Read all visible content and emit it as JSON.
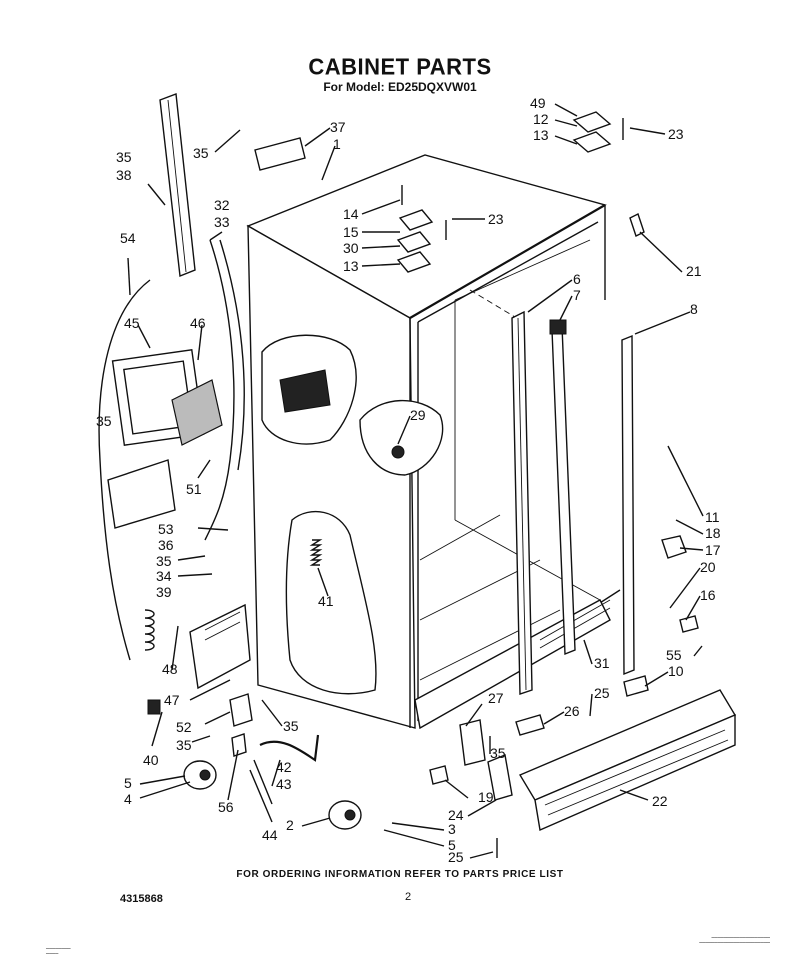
{
  "header": {
    "title": "CABINET PARTS",
    "subtitle": "For Model: ED25DQXVW01"
  },
  "footer": {
    "ordering_note": "FOR ORDERING INFORMATION REFER TO PARTS PRICE LIST",
    "document_number": "4315868",
    "page_number": "2"
  },
  "callouts": [
    {
      "id": "c49a",
      "label": "49"
    },
    {
      "id": "c12a",
      "label": "12"
    },
    {
      "id": "c13a",
      "label": "13"
    },
    {
      "id": "c23a",
      "label": "23"
    },
    {
      "id": "c35a",
      "label": "35"
    },
    {
      "id": "c37",
      "label": "37"
    },
    {
      "id": "c1",
      "label": "1"
    },
    {
      "id": "c35b",
      "label": "35"
    },
    {
      "id": "c38",
      "label": "38"
    },
    {
      "id": "c32",
      "label": "32"
    },
    {
      "id": "c33",
      "label": "33"
    },
    {
      "id": "c14",
      "label": "14"
    },
    {
      "id": "c15",
      "label": "15"
    },
    {
      "id": "c30",
      "label": "30"
    },
    {
      "id": "c13b",
      "label": "13"
    },
    {
      "id": "c23b",
      "label": "23"
    },
    {
      "id": "c54",
      "label": "54"
    },
    {
      "id": "c21",
      "label": "21"
    },
    {
      "id": "c6",
      "label": "6"
    },
    {
      "id": "c7",
      "label": "7"
    },
    {
      "id": "c8",
      "label": "8"
    },
    {
      "id": "c45",
      "label": "45"
    },
    {
      "id": "c46",
      "label": "46"
    },
    {
      "id": "c35c",
      "label": "35"
    },
    {
      "id": "c29",
      "label": "29"
    },
    {
      "id": "c51",
      "label": "51"
    },
    {
      "id": "c11",
      "label": "11"
    },
    {
      "id": "c18",
      "label": "18"
    },
    {
      "id": "c17",
      "label": "17"
    },
    {
      "id": "c53",
      "label": "53"
    },
    {
      "id": "c36",
      "label": "36"
    },
    {
      "id": "c35d",
      "label": "35"
    },
    {
      "id": "c34",
      "label": "34"
    },
    {
      "id": "c39",
      "label": "39"
    },
    {
      "id": "c20",
      "label": "20"
    },
    {
      "id": "c16",
      "label": "16"
    },
    {
      "id": "c41",
      "label": "41"
    },
    {
      "id": "c55",
      "label": "55"
    },
    {
      "id": "c10",
      "label": "10"
    },
    {
      "id": "c31",
      "label": "31"
    },
    {
      "id": "c25a",
      "label": "25"
    },
    {
      "id": "c48",
      "label": "48"
    },
    {
      "id": "c47",
      "label": "47"
    },
    {
      "id": "c27",
      "label": "27"
    },
    {
      "id": "c26",
      "label": "26"
    },
    {
      "id": "c52",
      "label": "52"
    },
    {
      "id": "c35e",
      "label": "35"
    },
    {
      "id": "c35f",
      "label": "35"
    },
    {
      "id": "c35g",
      "label": "35"
    },
    {
      "id": "c40",
      "label": "40"
    },
    {
      "id": "c5a",
      "label": "5"
    },
    {
      "id": "c4",
      "label": "4"
    },
    {
      "id": "c42",
      "label": "42"
    },
    {
      "id": "c43",
      "label": "43"
    },
    {
      "id": "c56",
      "label": "56"
    },
    {
      "id": "c44",
      "label": "44"
    },
    {
      "id": "c19",
      "label": "19"
    },
    {
      "id": "c22",
      "label": "22"
    },
    {
      "id": "c24",
      "label": "24"
    },
    {
      "id": "c2",
      "label": "2"
    },
    {
      "id": "c3",
      "label": "3"
    },
    {
      "id": "c5b",
      "label": "5"
    },
    {
      "id": "c25b",
      "label": "25"
    }
  ]
}
